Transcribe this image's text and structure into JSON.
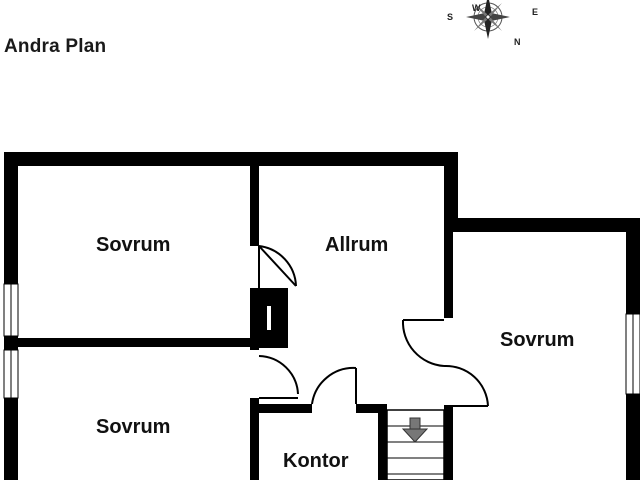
{
  "plan": {
    "title": "Andra Plan"
  },
  "compass": {
    "north": "N",
    "south": "S",
    "east": "E",
    "west": "W"
  },
  "rooms": [
    {
      "label": "Sovrum"
    },
    {
      "label": "Allrum"
    },
    {
      "label": "Sovrum"
    },
    {
      "label": "Sovrum"
    },
    {
      "label": "Kontor"
    }
  ],
  "colors": {
    "wall": "#000000",
    "window": "#ffffff",
    "arrow": "#666666"
  }
}
